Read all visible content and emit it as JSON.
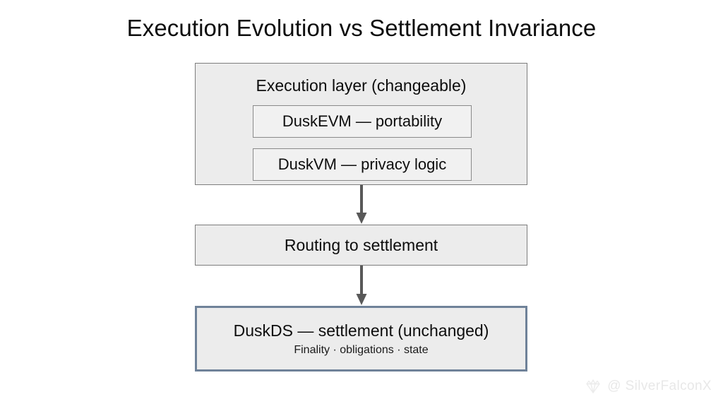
{
  "title": "Execution Evolution vs Settlement Invariance",
  "diagram": {
    "type": "flow",
    "nodes": [
      {
        "id": "execution-layer",
        "label": "Execution layer (changeable)",
        "children": [
          {
            "id": "duskevm",
            "label": "DuskEVM — portability"
          },
          {
            "id": "duskvm",
            "label": "DuskVM — privacy logic"
          }
        ]
      },
      {
        "id": "routing",
        "label": "Routing to settlement"
      },
      {
        "id": "settlement",
        "label": "DuskDS — settlement (unchanged)",
        "subtitle": "Finality · obligations · state"
      }
    ],
    "edges": [
      {
        "from": "execution-layer",
        "to": "routing"
      },
      {
        "from": "routing",
        "to": "settlement"
      }
    ]
  },
  "colors": {
    "background": "#ffffff",
    "box_fill": "#ececec",
    "box_border": "#7d7d7d",
    "subbox_fill": "#f1f1f1",
    "subbox_border": "#8a8a8a",
    "highlight_border": "#6f8299",
    "arrow": "#595959",
    "text": "#0d0d0d",
    "watermark": "#e8e8e8"
  },
  "watermark": {
    "handle": "@ SilverFalconX",
    "logo": "diamond-logo"
  }
}
